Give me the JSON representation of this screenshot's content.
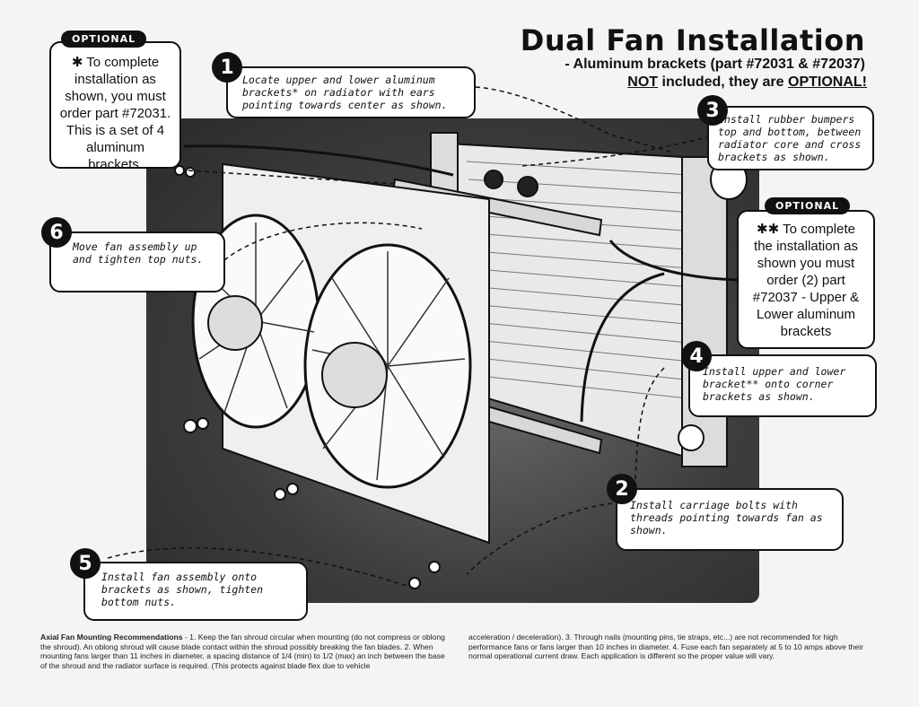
{
  "title": "Dual Fan Installation",
  "subtitle": "- Aluminum brackets (part #72031 & #72037)",
  "subtitle_not": "NOT",
  "subtitle_mid": " included, they are ",
  "subtitle_optional": "OPTIONAL!",
  "optional_tag": "OPTIONAL",
  "optional_left": {
    "marker": "✱",
    "text": "To complete installation as shown, you must order part #72031. This is a set of 4 aluminum brackets."
  },
  "optional_right": {
    "marker": "✱✱",
    "text": "To complete the installation as shown you must order (2) part #72037 - Upper & Lower aluminum brackets"
  },
  "steps": [
    {
      "n": "1",
      "text": "Locate upper and lower aluminum brackets* on radiator with ears pointing towards center as shown."
    },
    {
      "n": "2",
      "text": "Install carriage bolts with threads pointing towards fan as shown."
    },
    {
      "n": "3",
      "text": "Install rubber bumpers top and bottom, between radiator core and cross brackets as shown."
    },
    {
      "n": "4",
      "text": "Install upper and lower bracket** onto corner brackets as shown."
    },
    {
      "n": "5",
      "text": "Install fan assembly onto brackets as shown, tighten bottom nuts."
    },
    {
      "n": "6",
      "text": "Move fan assembly up and tighten top nuts."
    }
  ],
  "recommendations": {
    "heading": "Axial Fan Mounting Recommendations",
    "col1": " - 1. Keep the fan shroud circular when mounting (do not compress or oblong the shroud). An oblong shroud will cause blade contact within the shroud possibly breaking the fan blades. 2. When mounting fans larger than 11 inches in diameter, a spacing distance of 1/4 (min) to 1/2 (max) an inch between the base of the shroud and the radiator surface is required. (This protects against blade flex due to vehicle",
    "col2": "acceleration / deceleration). 3. Through nails (mounting pins, tie straps, etc...) are not recommended for high performance fans or fans larger than 10 inches in diameter. 4. Fuse each fan separately at 5 to 10 amps above their normal operational current draw. Each application is different so the proper value will vary."
  }
}
